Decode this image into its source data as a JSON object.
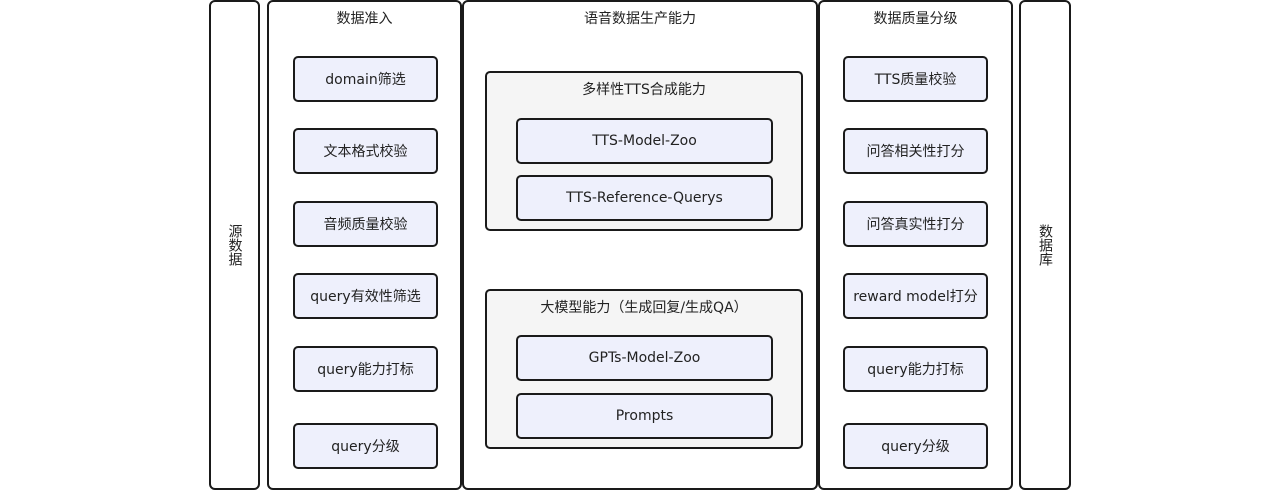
{
  "source": {
    "label": "源数据"
  },
  "admission": {
    "title": "数据准入",
    "items": [
      "domain筛选",
      "文本格式校验",
      "音频质量校验",
      "query有效性筛选",
      "query能力打标",
      "query分级"
    ]
  },
  "production": {
    "title": "语音数据生产能力",
    "groups": [
      {
        "title": "多样性TTS合成能力",
        "items": [
          "TTS-Model-Zoo",
          "TTS-Reference-Querys"
        ]
      },
      {
        "title": "大模型能力（生成回复/生成QA）",
        "items": [
          "GPTs-Model-Zoo",
          "Prompts"
        ]
      }
    ]
  },
  "grading": {
    "title": "数据质量分级",
    "items": [
      "TTS质量校验",
      "问答相关性打分",
      "问答真实性打分",
      "reward model打分",
      "query能力打标",
      "query分级"
    ]
  },
  "database": {
    "label": "数据库"
  },
  "colors": {
    "box_fill": "#eef0fc",
    "group_fill": "#f5f5f5",
    "border": "#1a1a1a"
  }
}
